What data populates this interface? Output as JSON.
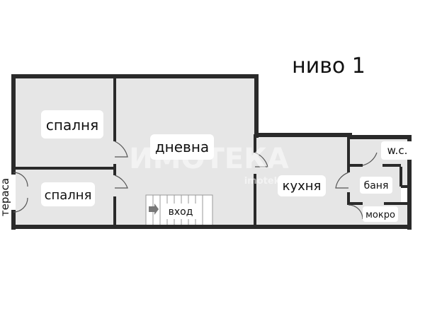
{
  "level_label": "ниво 1",
  "rooms": {
    "bedroom_top": "спалня",
    "bedroom_bottom": "спалня",
    "living": "дневна",
    "entrance": "вход",
    "kitchen": "кухня",
    "wc": "w.c.",
    "bathroom": "баня",
    "wet_room": "мокро",
    "terrace": "тераса"
  },
  "watermark": {
    "brand": "ИМОТЕКА",
    "site": "imotek"
  },
  "colors": {
    "room_fill": "#e6e6e6",
    "wall": "#2a2a2a",
    "background": "#ffffff"
  }
}
